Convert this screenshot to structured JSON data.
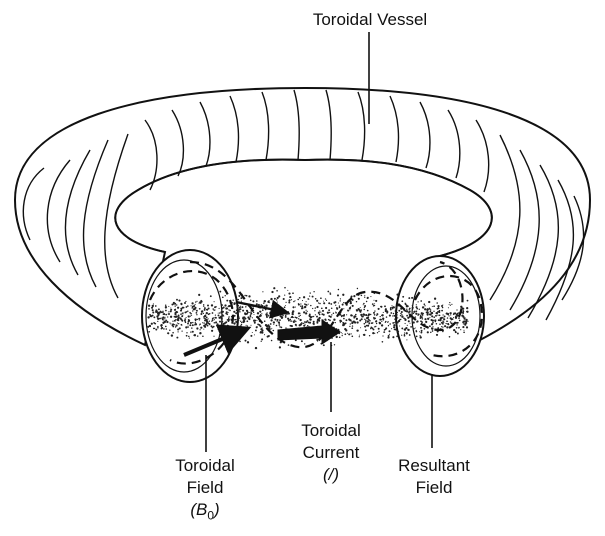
{
  "diagram": {
    "labels": {
      "vessel": "Toroidal Vessel",
      "toroidal_field": {
        "line1": "Toroidal",
        "line2": "Field",
        "symbol": "B",
        "subscript": "0"
      },
      "toroidal_current": {
        "line1": "Toroidal",
        "line2": "Current",
        "symbol": "(/)"
      },
      "resultant_field": {
        "line1": "Resultant",
        "line2": "Field"
      }
    },
    "colors": {
      "ink": "#111111",
      "vessel_fill": "#ffffff",
      "plasma_dots": "#222222",
      "background": "#ffffff"
    }
  }
}
